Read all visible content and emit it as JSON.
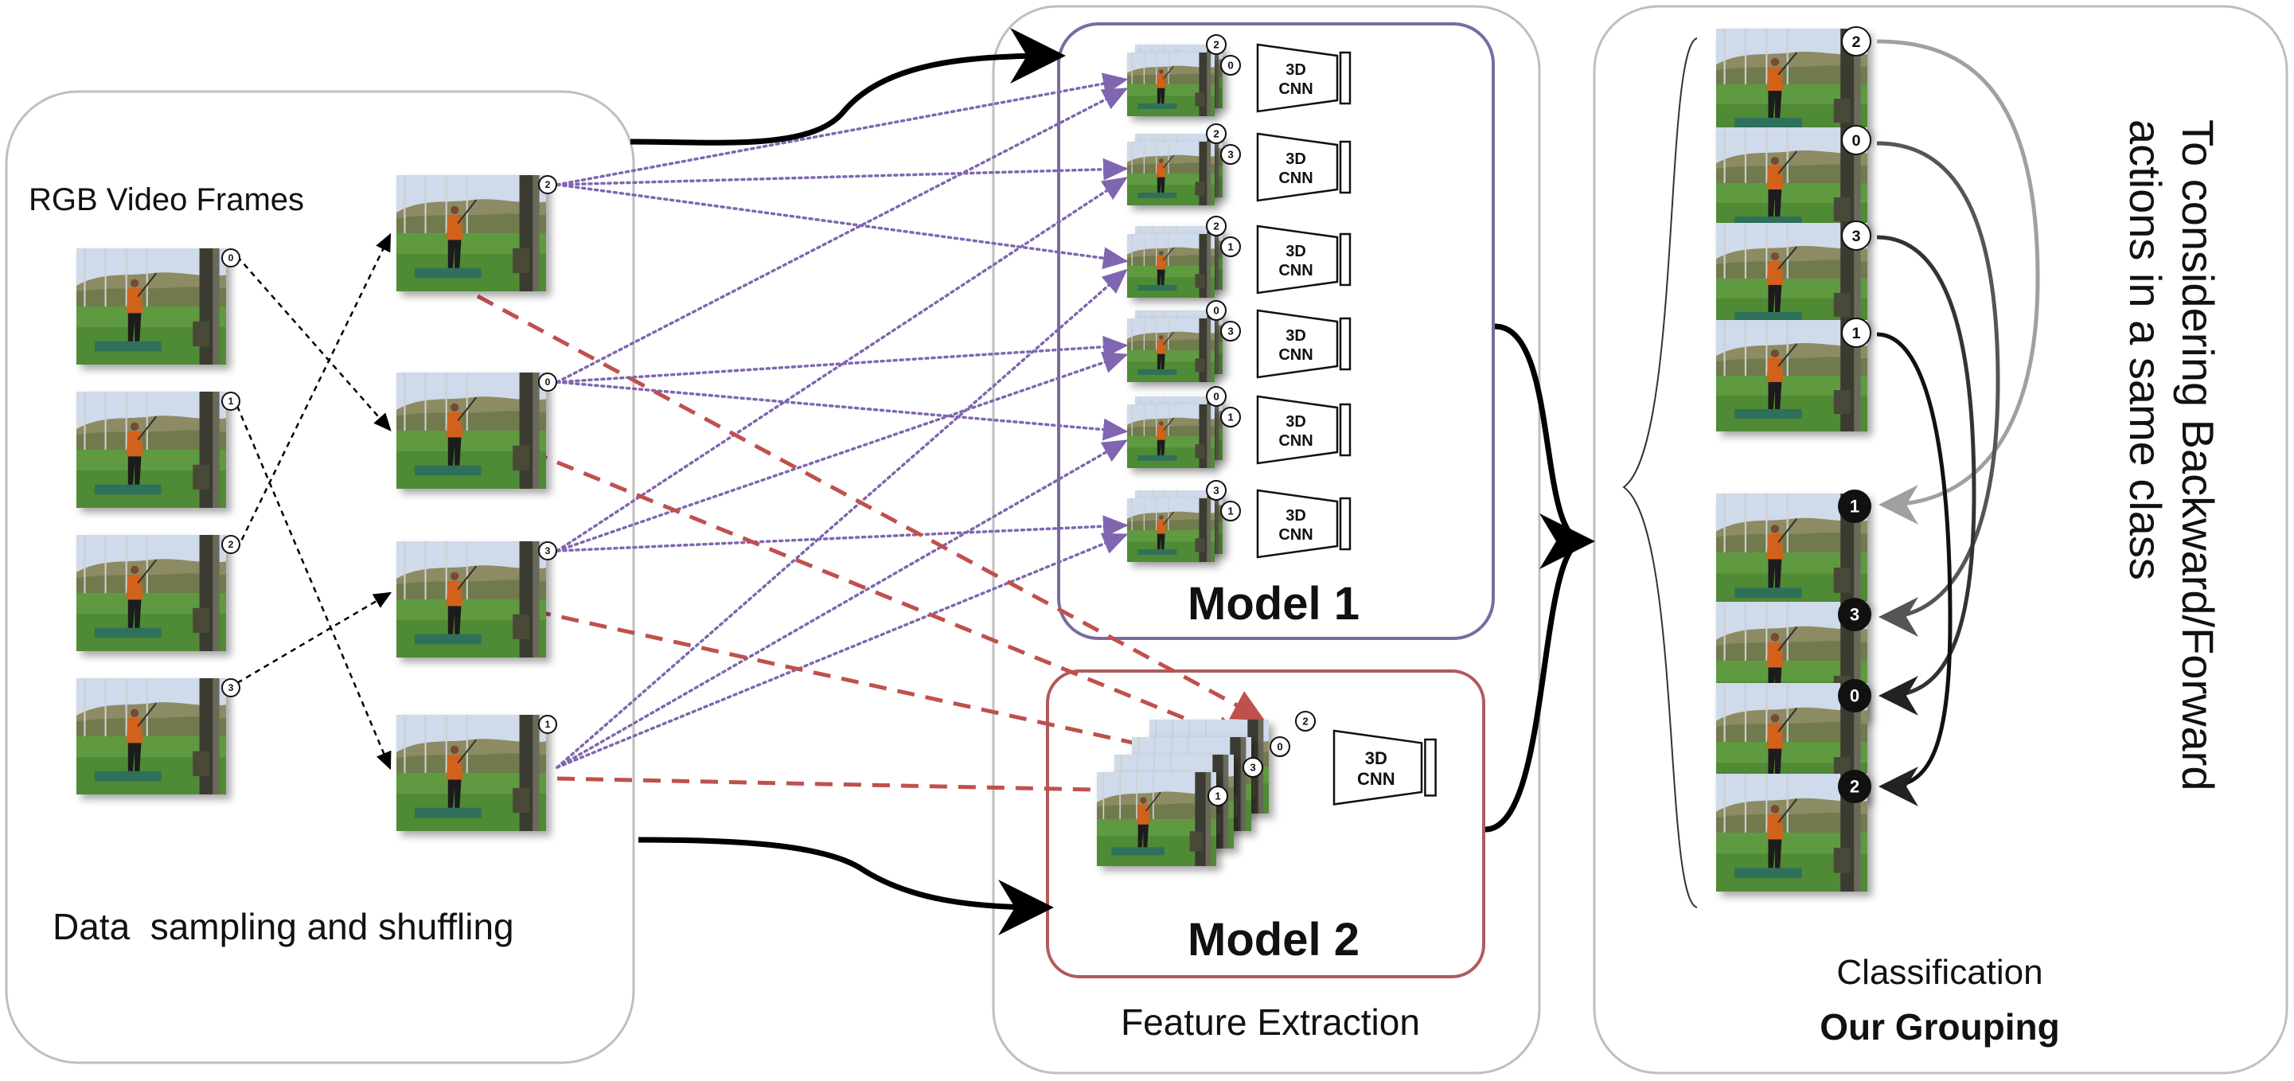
{
  "panels": {
    "sampling": {
      "frames_title": "RGB Video Frames",
      "caption": "Data  sampling and shuffling"
    },
    "feature": {
      "caption": "Feature Extraction",
      "model1_label": "Model 1",
      "model2_label": "Model 2"
    },
    "classification": {
      "caption": "Classification",
      "caption_bold": "Our Grouping",
      "side_line1": "To considering Backward/Forward",
      "side_line2": "actions in a same class"
    }
  },
  "cnn": {
    "line1": "3D",
    "line2": "CNN"
  },
  "input_frames": [
    "0",
    "1",
    "2",
    "3"
  ],
  "shuffled_frames": [
    "2",
    "0",
    "3",
    "1"
  ],
  "pairs": [
    [
      "2",
      "0"
    ],
    [
      "2",
      "3"
    ],
    [
      "2",
      "1"
    ],
    [
      "0",
      "3"
    ],
    [
      "0",
      "1"
    ],
    [
      "3",
      "1"
    ]
  ],
  "model2_stack": [
    "2",
    "0",
    "3",
    "1"
  ],
  "group_top": [
    "2",
    "0",
    "3",
    "1"
  ],
  "group_bottom": [
    "1",
    "3",
    "0",
    "2"
  ],
  "colors": {
    "purple": "#8066b0",
    "red": "#c0504d",
    "model1_border": "#7b6a9e",
    "model2_border": "#b05b5b",
    "panel_border": "#bfbfbf",
    "sky": "#c9d6e6",
    "hill": "#8f8e64",
    "grass": "#5f9a3f",
    "golfer": "#cc5a22"
  }
}
